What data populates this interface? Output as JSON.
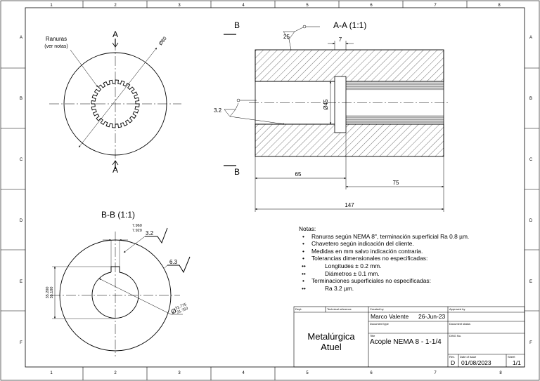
{
  "zones": {
    "columns": [
      "1",
      "2",
      "3",
      "4",
      "5",
      "6",
      "7",
      "8"
    ],
    "rows": [
      "A",
      "B",
      "C",
      "D",
      "E",
      "F"
    ]
  },
  "front_view": {
    "callout": "Ranuras\n(ver notas)",
    "callout_line1": "Ranuras",
    "callout_line2": "(ver notas)",
    "diameter": "Ø80",
    "section_mark": "A"
  },
  "section_aa": {
    "title": "A-A (1:1)",
    "cut_mark": "B",
    "finish_top": "25",
    "finish_bore": "3.2",
    "dim_width": "7",
    "dim_bore": "Ø45",
    "dim_65": "65",
    "dim_75": "75",
    "dim_147": "147"
  },
  "section_bb": {
    "title": "B-B (1:1)",
    "tol_hi": "7.960",
    "tol_lo": "7.920",
    "finish_keyway": "3.2",
    "finish_outer": "6.3",
    "height_hi": "35.200",
    "height_lo": "35.100",
    "diameter_prefix": "Ø",
    "dia_hi": "31.775",
    "dia_lo": "31.750"
  },
  "notes": {
    "title": "Notas:",
    "items": [
      {
        "bullet": "•",
        "text": "Ranuras según NEMA 8\", terminación superficial Ra 0.8 µm."
      },
      {
        "bullet": "•",
        "text": "Chavetero según indicación del cliente."
      },
      {
        "bullet": "•",
        "text": "Medidas en mm salvo indicación contraria."
      },
      {
        "bullet": "•",
        "text": "Tolerancias dimensionales no especificadas:"
      },
      {
        "bullet": "••",
        "text": "Longitudes ± 0.2 mm."
      },
      {
        "bullet": "••",
        "text": "Diámetros ± 0.1 mm."
      },
      {
        "bullet": "•",
        "text": "Terminaciones superficiales no especificadas:"
      },
      {
        "bullet": "••",
        "text": "Ra 3.2 µm."
      }
    ]
  },
  "title_block": {
    "dept_label": "Dept.",
    "tech_ref_label": "Technical reference",
    "created_by_label": "Created by",
    "created_by": "Marco Valente",
    "created_date": "26-Jun-23",
    "approved_by_label": "Approved by",
    "document_type_label": "Document type",
    "document_status_label": "Document status",
    "company_line1": "Metalúrgica",
    "company_line2": "Atuel",
    "title_label": "Title",
    "title": "Acople NEMA 8 - 1-1/4",
    "drwg_label": "DWG No.",
    "rev_label": "Rev.",
    "rev": "D",
    "date_label": "Date of issue",
    "date": "01/08/2023",
    "sheet_label": "Sheet",
    "sheet": "1/1"
  }
}
